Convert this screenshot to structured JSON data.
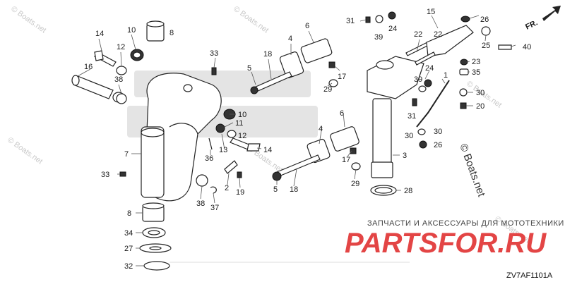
{
  "diagram": {
    "watermarks": [
      "© Boats.net",
      "© Boats.net",
      "© Boats.net",
      "© Boats.net",
      "© Boats.net",
      "© Boats.net"
    ],
    "copyright_main": "© Boats.net",
    "direction_label": "FR.",
    "drawing_code": "ZV7AF1101A",
    "shop": {
      "title": "ЗАПЧАСТИ И АКСЕССУАРЫ ДЛЯ МОТОТЕХНИКИ",
      "name": "PARTSFOR.RU"
    },
    "callouts": [
      {
        "id": "c14a",
        "label": "14"
      },
      {
        "id": "c10a",
        "label": "10"
      },
      {
        "id": "c8a",
        "label": "8"
      },
      {
        "id": "c12a",
        "label": "12"
      },
      {
        "id": "c16",
        "label": "16"
      },
      {
        "id": "c38a",
        "label": "38"
      },
      {
        "id": "c33a",
        "label": "33"
      },
      {
        "id": "c18a",
        "label": "18"
      },
      {
        "id": "c5a",
        "label": "5"
      },
      {
        "id": "c6a",
        "label": "6"
      },
      {
        "id": "c4a",
        "label": "4"
      },
      {
        "id": "c17a",
        "label": "17"
      },
      {
        "id": "c29a",
        "label": "29"
      },
      {
        "id": "c31a",
        "label": "31"
      },
      {
        "id": "c39a",
        "label": "39"
      },
      {
        "id": "c24a",
        "label": "24"
      },
      {
        "id": "c22a",
        "label": "22"
      },
      {
        "id": "c15",
        "label": "15"
      },
      {
        "id": "c26a",
        "label": "26"
      },
      {
        "id": "c25",
        "label": "25"
      },
      {
        "id": "c40",
        "label": "40"
      },
      {
        "id": "c23",
        "label": "23"
      },
      {
        "id": "c35",
        "label": "35"
      },
      {
        "id": "c22b",
        "label": "22"
      },
      {
        "id": "c24b",
        "label": "24"
      },
      {
        "id": "c39b",
        "label": "39"
      },
      {
        "id": "c1",
        "label": "1"
      },
      {
        "id": "c30a",
        "label": "30"
      },
      {
        "id": "c20",
        "label": "20"
      },
      {
        "id": "c31b",
        "label": "31"
      },
      {
        "id": "c30b",
        "label": "30"
      },
      {
        "id": "c30c",
        "label": "30"
      },
      {
        "id": "c26b",
        "label": "26"
      },
      {
        "id": "c10b",
        "label": "10"
      },
      {
        "id": "c11",
        "label": "11"
      },
      {
        "id": "c12b",
        "label": "12"
      },
      {
        "id": "c13",
        "label": "13"
      },
      {
        "id": "c14b",
        "label": "14"
      },
      {
        "id": "c36",
        "label": "36"
      },
      {
        "id": "c7",
        "label": "7"
      },
      {
        "id": "c33b",
        "label": "33"
      },
      {
        "id": "c6b",
        "label": "6"
      },
      {
        "id": "c4b",
        "label": "4"
      },
      {
        "id": "c17b",
        "label": "17"
      },
      {
        "id": "c29b",
        "label": "29"
      },
      {
        "id": "c3",
        "label": "3"
      },
      {
        "id": "c5b",
        "label": "5"
      },
      {
        "id": "c18b",
        "label": "18"
      },
      {
        "id": "c2",
        "label": "2"
      },
      {
        "id": "c19",
        "label": "19"
      },
      {
        "id": "c38b",
        "label": "38"
      },
      {
        "id": "c37",
        "label": "37"
      },
      {
        "id": "c28",
        "label": "28"
      },
      {
        "id": "c8b",
        "label": "8"
      },
      {
        "id": "c34",
        "label": "34"
      },
      {
        "id": "c27",
        "label": "27"
      },
      {
        "id": "c32",
        "label": "32"
      }
    ]
  }
}
